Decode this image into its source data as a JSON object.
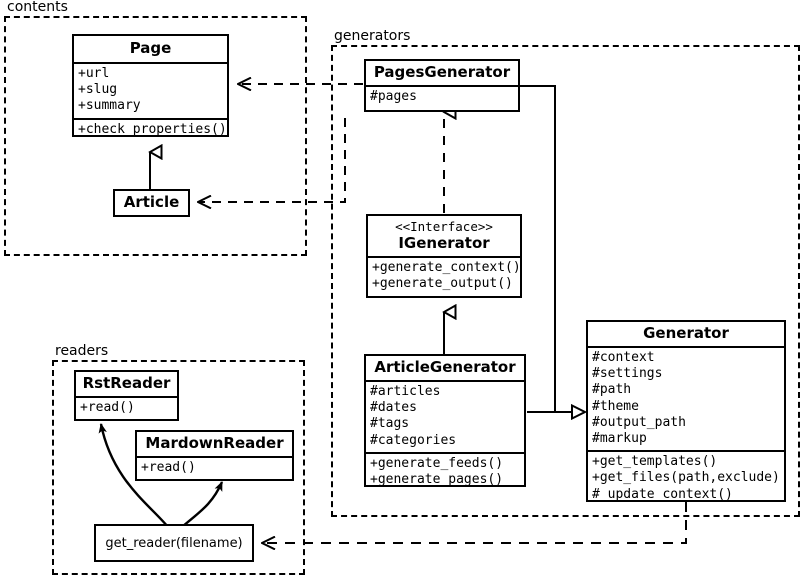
{
  "diagram": {
    "title": "UML class diagram",
    "packages": [
      {
        "id": "contents",
        "label": "contents"
      },
      {
        "id": "generators",
        "label": "generators"
      },
      {
        "id": "readers",
        "label": "readers"
      }
    ],
    "classes": [
      {
        "id": "page",
        "name": "Page",
        "stereotype": "",
        "attributes": [
          "+url",
          "+slug",
          "+summary"
        ],
        "operations": [
          "+check_properties()"
        ]
      },
      {
        "id": "article",
        "name": "Article",
        "stereotype": "",
        "attributes": [],
        "operations": []
      },
      {
        "id": "pagesgenerator",
        "name": "PagesGenerator",
        "stereotype": "",
        "attributes": [
          "#pages"
        ],
        "operations": []
      },
      {
        "id": "igenerator",
        "name": "IGenerator",
        "stereotype": "<<Interface>>",
        "attributes": [],
        "operations": [
          "+generate_context()",
          "+generate_output()"
        ]
      },
      {
        "id": "articlegenerator",
        "name": "ArticleGenerator",
        "stereotype": "",
        "attributes": [
          "#articles",
          "#dates",
          "#tags",
          "#categories"
        ],
        "operations": [
          "+generate_feeds()",
          "+generate_pages()"
        ]
      },
      {
        "id": "generator",
        "name": "Generator",
        "stereotype": "",
        "attributes": [
          "#context",
          "#settings",
          "#path",
          "#theme",
          "#output_path",
          "#markup"
        ],
        "operations": [
          "+get_templates()",
          "+get_files(path,exclude)",
          "#_update_context()"
        ]
      },
      {
        "id": "rstreader",
        "name": "RstReader",
        "stereotype": "",
        "attributes": [],
        "operations": [
          "+read()"
        ]
      },
      {
        "id": "mardownreader",
        "name": "MardownReader",
        "stereotype": "",
        "attributes": [],
        "operations": [
          "+read()"
        ]
      }
    ],
    "functions": [
      {
        "id": "get_reader",
        "label": "get_reader(filename)"
      }
    ],
    "relationships": [
      {
        "from": "pagesgenerator",
        "to": "page",
        "type": "dependency"
      },
      {
        "from": "pagesgenerator",
        "to": "article",
        "type": "dependency"
      },
      {
        "from": "article",
        "to": "page",
        "type": "generalization"
      },
      {
        "from": "pagesgenerator",
        "to": "igenerator",
        "type": "realization"
      },
      {
        "from": "articlegenerator",
        "to": "igenerator",
        "type": "generalization"
      },
      {
        "from": "pagesgenerator",
        "to": "generator",
        "type": "generalization"
      },
      {
        "from": "articlegenerator",
        "to": "generator",
        "type": "generalization"
      },
      {
        "from": "generator",
        "to": "get_reader",
        "type": "dependency"
      },
      {
        "from": "get_reader",
        "to": "rstreader",
        "type": "creates"
      },
      {
        "from": "get_reader",
        "to": "mardownreader",
        "type": "creates"
      }
    ],
    "colors": {
      "line": "#000000",
      "fill": "#ffffff"
    }
  }
}
